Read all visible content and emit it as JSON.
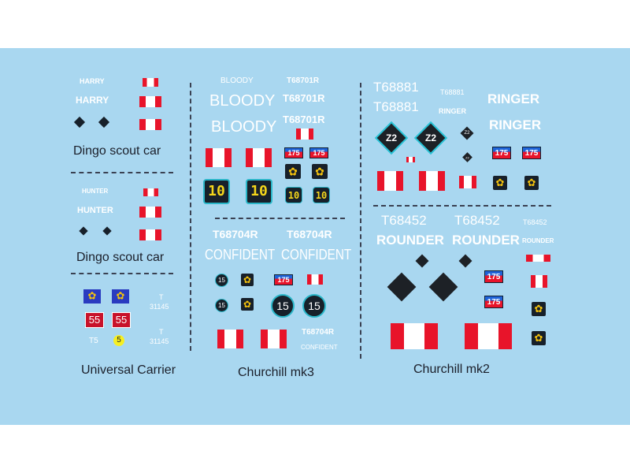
{
  "sheet_color": "#a9d7f0",
  "flag_colors": [
    "#e8142a",
    "#ffffff"
  ],
  "dingo1": {
    "harry_small": "HARRY",
    "harry_large": "HARRY",
    "label": "Dingo scout car"
  },
  "dingo2": {
    "hunter_small": "HUNTER",
    "hunter_large": "HUNTER",
    "label": "Dingo scout car"
  },
  "universal_carrier": {
    "number_55": "55",
    "t5": "T5",
    "circle_5": "5",
    "t_prefix": "T",
    "serial": "31145",
    "label": "Universal Carrier"
  },
  "churchill_mk3": {
    "bloody_small": "BLOODY",
    "bloody_large": "BLOODY",
    "serial_top_small": "T68701R",
    "serial_top_large": "T68701R",
    "arm_175": "175",
    "ten": "10",
    "serial_bottom": "T68704R",
    "confident": "CONFIDENT",
    "arm_175_small": "175",
    "fifteen": "15",
    "confident_small": "CONFIDENT",
    "label": "Churchill mk3"
  },
  "churchill_mk2": {
    "serial_a": "T68881",
    "serial_a_small": "T68881",
    "ringer_small": "RINGER",
    "ringer_large": "RINGER",
    "z2": "Z2",
    "arm_175": "175",
    "serial_b": "T68452",
    "serial_b_small": "T68452",
    "rounder": "ROUNDER",
    "rounder_small": "ROUNDER",
    "label": "Churchill mk2"
  },
  "icons": {
    "maple_leaf": "maple-leaf-icon",
    "diamond": "diamond-icon"
  }
}
